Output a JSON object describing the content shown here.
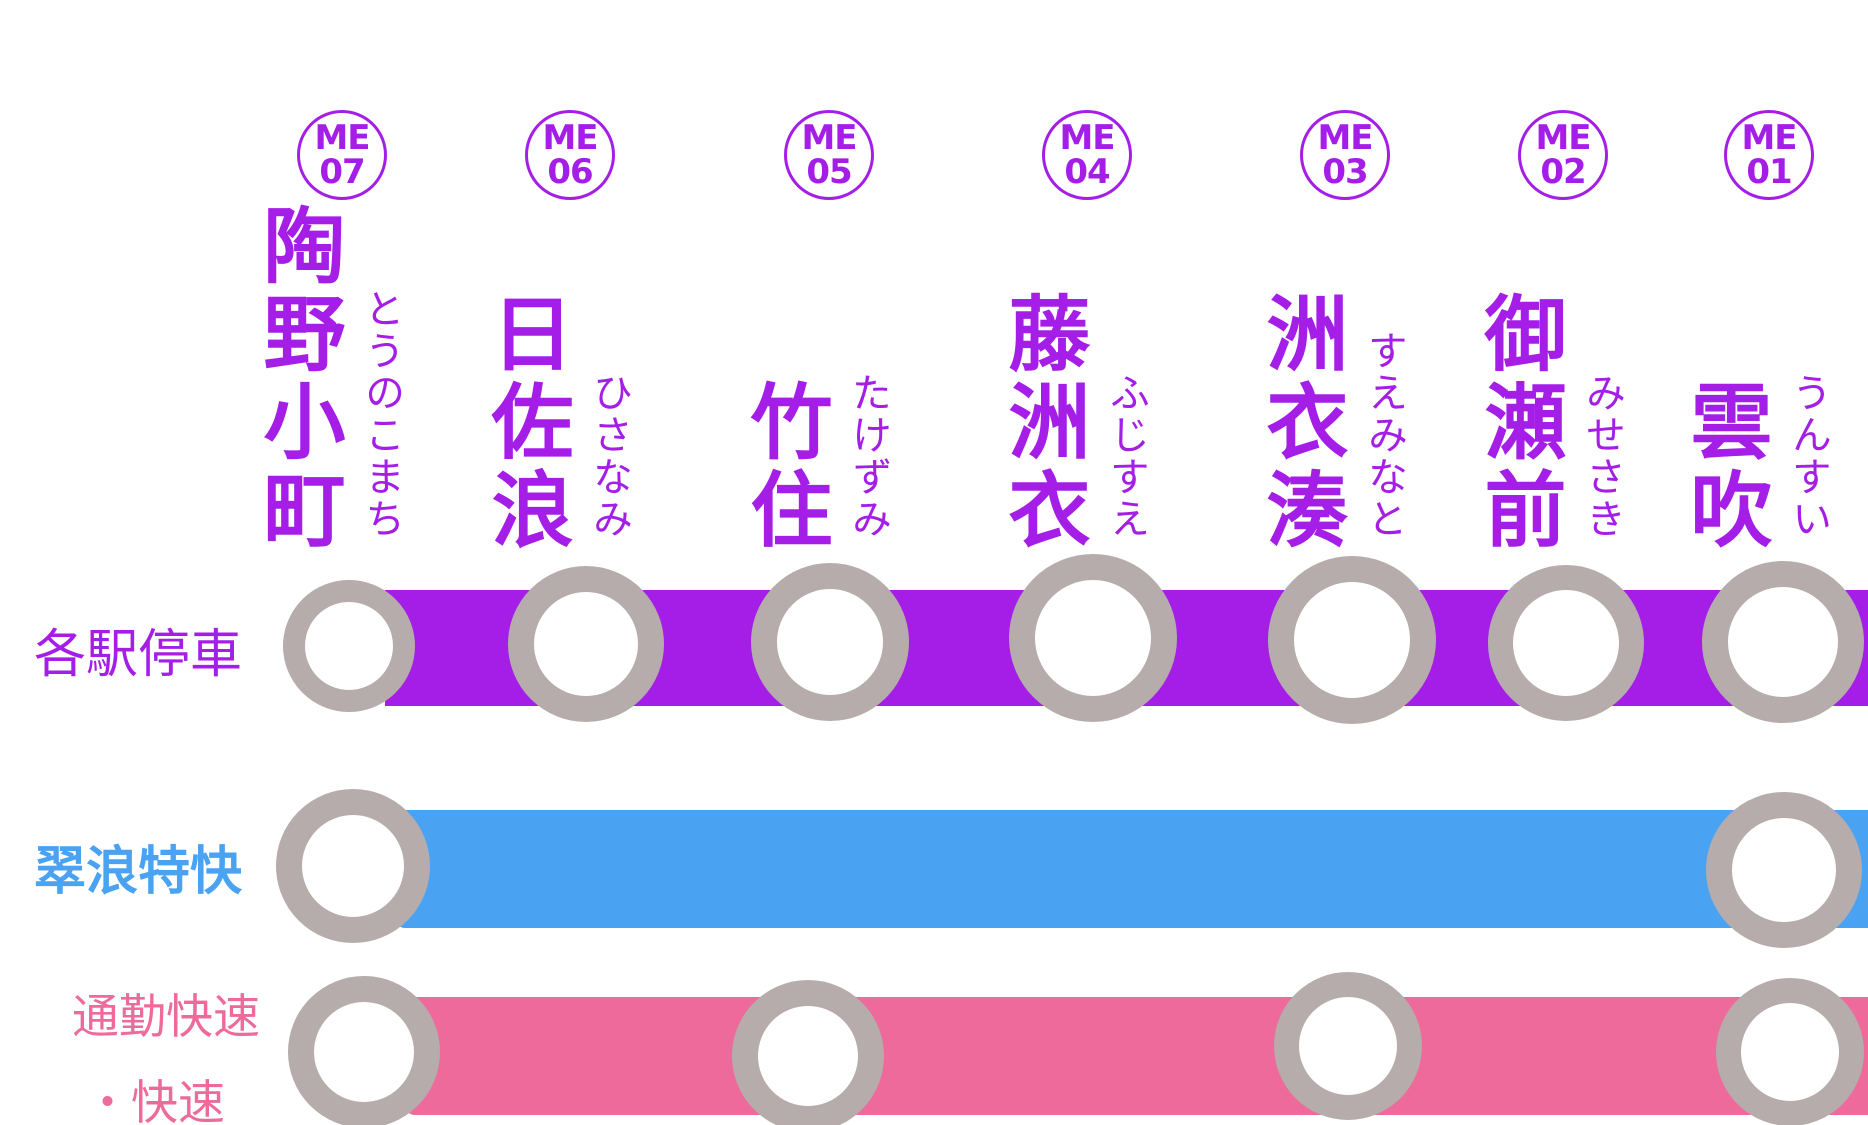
{
  "colors": {
    "local": "#a51ee8",
    "limited_express": "#4aa3f2",
    "rapid": "#ee6a9b",
    "station_ring": "#b5acab",
    "station_fill": "#ffffff"
  },
  "stations": [
    {
      "code_line": "ME",
      "code_num": "07",
      "name": "陶野小町",
      "reading": "とうのこまち"
    },
    {
      "code_line": "ME",
      "code_num": "06",
      "name": "日佐浪",
      "reading": "ひさなみ"
    },
    {
      "code_line": "ME",
      "code_num": "05",
      "name": "竹住",
      "reading": "たけずみ"
    },
    {
      "code_line": "ME",
      "code_num": "04",
      "name": "藤洲衣",
      "reading": "ふじすえ"
    },
    {
      "code_line": "ME",
      "code_num": "03",
      "name": "洲衣湊",
      "reading": "すえみなと"
    },
    {
      "code_line": "ME",
      "code_num": "02",
      "name": "御瀬前",
      "reading": "みせさき"
    },
    {
      "code_line": "ME",
      "code_num": "01",
      "name": "雲吹",
      "reading": "うんすい"
    }
  ],
  "services": [
    {
      "id": "local",
      "label": "各駅停車",
      "stops": [
        "07",
        "06",
        "05",
        "04",
        "03",
        "02",
        "01"
      ]
    },
    {
      "id": "limited_express",
      "label": "翠浪特快",
      "stops": [
        "07",
        "01"
      ]
    },
    {
      "id": "rapid",
      "label_line1": "通勤快速",
      "label_line2": "・快速",
      "stops": [
        "07",
        "05",
        "03",
        "01"
      ]
    }
  ]
}
